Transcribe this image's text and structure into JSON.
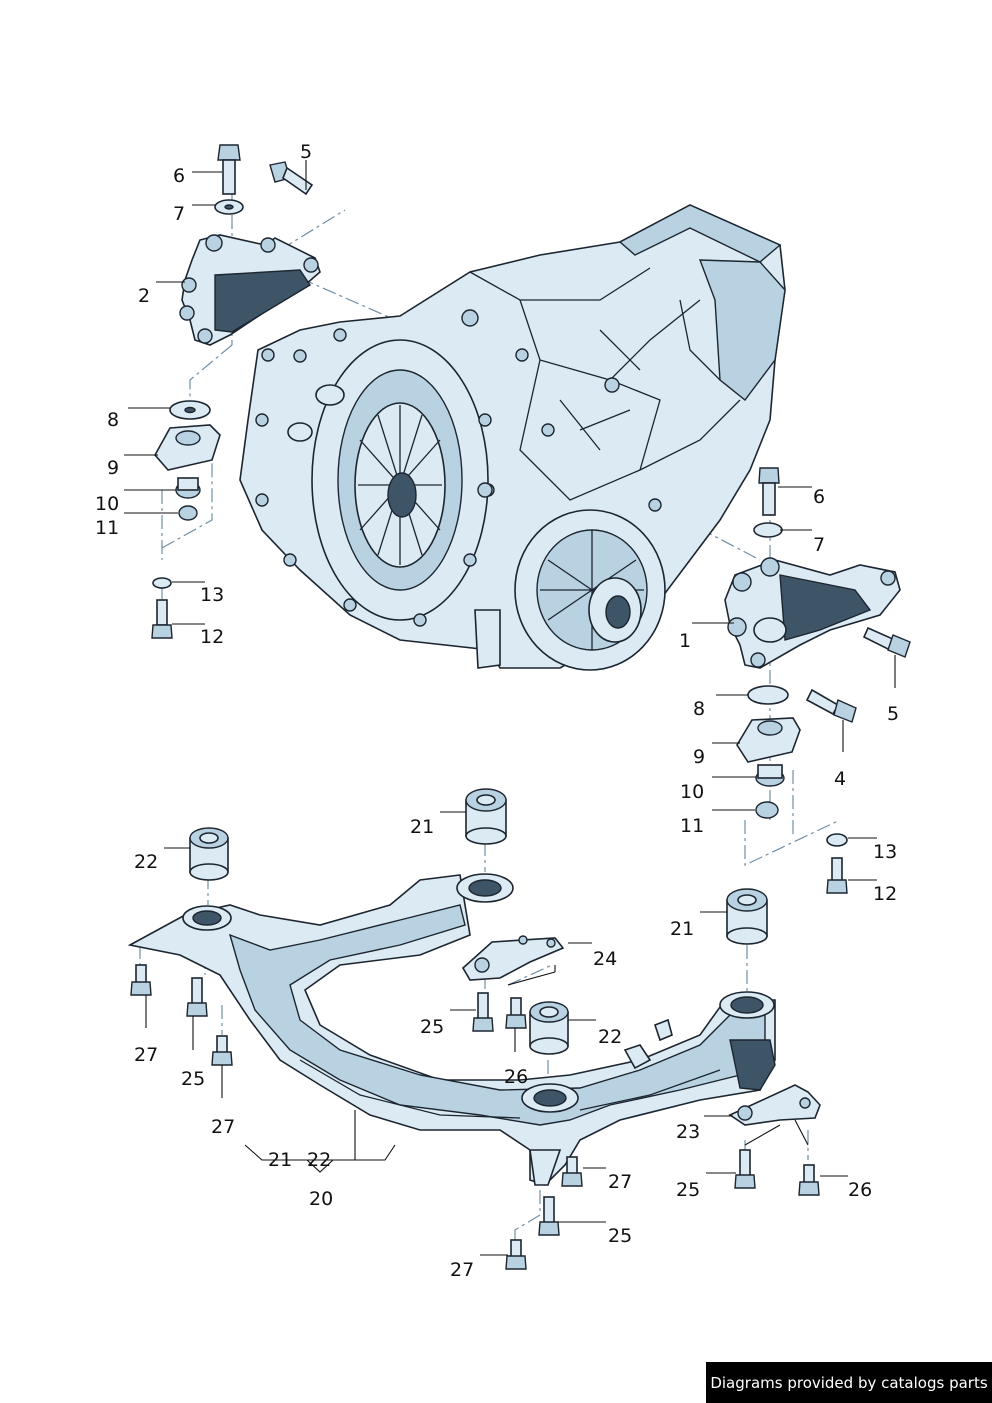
{
  "callouts": [
    {
      "id": "c1",
      "text": "1"
    },
    {
      "id": "c2",
      "text": "2"
    },
    {
      "id": "c4",
      "text": "4"
    },
    {
      "id": "c5a",
      "text": "5"
    },
    {
      "id": "c5b",
      "text": "5"
    },
    {
      "id": "c6a",
      "text": "6"
    },
    {
      "id": "c6b",
      "text": "6"
    },
    {
      "id": "c7a",
      "text": "7"
    },
    {
      "id": "c7b",
      "text": "7"
    },
    {
      "id": "c8a",
      "text": "8"
    },
    {
      "id": "c8b",
      "text": "8"
    },
    {
      "id": "c9a",
      "text": "9"
    },
    {
      "id": "c9b",
      "text": "9"
    },
    {
      "id": "c10a",
      "text": "10"
    },
    {
      "id": "c10b",
      "text": "10"
    },
    {
      "id": "c11a",
      "text": "11"
    },
    {
      "id": "c11b",
      "text": "11"
    },
    {
      "id": "c12a",
      "text": "12"
    },
    {
      "id": "c12b",
      "text": "12"
    },
    {
      "id": "c13a",
      "text": "13"
    },
    {
      "id": "c13b",
      "text": "13"
    },
    {
      "id": "c20",
      "text": "20"
    },
    {
      "id": "c21a",
      "text": "21"
    },
    {
      "id": "c21b",
      "text": "21"
    },
    {
      "id": "c21c",
      "text": "21"
    },
    {
      "id": "c22a",
      "text": "22"
    },
    {
      "id": "c22b",
      "text": "22"
    },
    {
      "id": "c22c",
      "text": "22"
    },
    {
      "id": "c23",
      "text": "23"
    },
    {
      "id": "c24",
      "text": "24"
    },
    {
      "id": "c25a",
      "text": "25"
    },
    {
      "id": "c25b",
      "text": "25"
    },
    {
      "id": "c25c",
      "text": "25"
    },
    {
      "id": "c25d",
      "text": "25"
    },
    {
      "id": "c26a",
      "text": "26"
    },
    {
      "id": "c26b",
      "text": "26"
    },
    {
      "id": "c27a",
      "text": "27"
    },
    {
      "id": "c27b",
      "text": "27"
    },
    {
      "id": "c27c",
      "text": "27"
    },
    {
      "id": "c27d",
      "text": "27"
    }
  ],
  "footer": {
    "text": "Diagrams provided by catalogs parts"
  }
}
